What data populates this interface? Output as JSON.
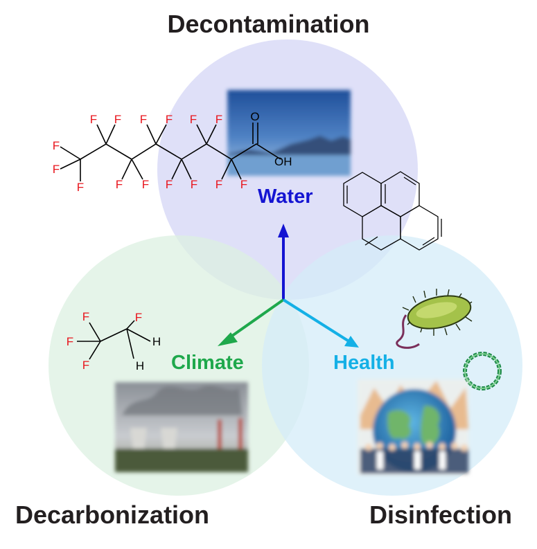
{
  "titles": {
    "top": "Decontamination",
    "left": "Decarbonization",
    "right": "Disinfection"
  },
  "axes": {
    "water": "Water",
    "climate": "Climate",
    "health": "Health"
  },
  "colors": {
    "water_circle": "#d4d6f6",
    "climate_circle": "#dcf0e1",
    "health_circle": "#d4ecf8",
    "water_arrow": "#1414d2",
    "climate_arrow": "#1fa84c",
    "health_arrow": "#14b0e6",
    "fluorine": "#e8141c",
    "bond": "#000000"
  },
  "molecules": {
    "pfoa": {
      "atom": "F",
      "carbonyl_oxygen": "O",
      "hydroxyl": "OH"
    },
    "hfc": {
      "atom_f": "F",
      "atom_h": "H"
    },
    "pyrene": {}
  },
  "images": {
    "water": "lake-photo",
    "climate": "power-plant-photo",
    "health": "global-health-illustration",
    "microbe": "bacterium-icon",
    "virus": "circular-dna-icon"
  }
}
